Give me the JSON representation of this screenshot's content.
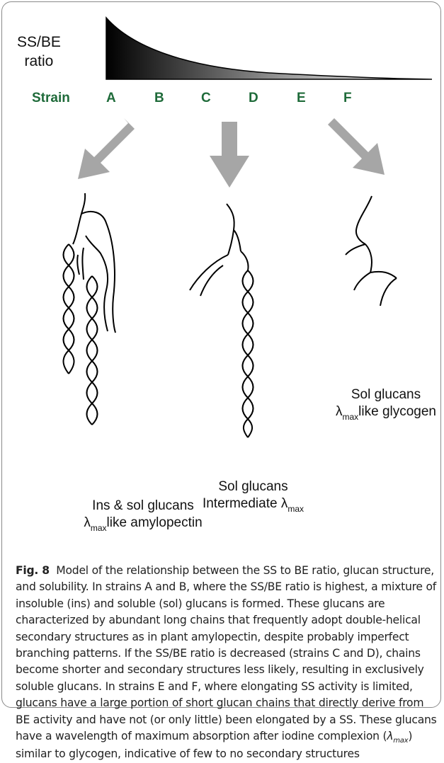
{
  "figure": {
    "ratio_label_line1": "SS/BE",
    "ratio_label_line2": "ratio",
    "strain_label": "Strain",
    "strains": [
      "A",
      "B",
      "C",
      "D",
      "E",
      "F"
    ],
    "colors": {
      "strain_text": "#1f6b3a",
      "arrow": "#a6a6a6",
      "wedge_start": "#000000",
      "wedge_end": "#ffffff"
    },
    "captions": [
      {
        "line1": "Ins & sol glucans",
        "line2_prefix": "λ",
        "line2_sub": "max",
        "line2_suffix": "like amylopectin"
      },
      {
        "line1": "Sol glucans",
        "line2_prefix": "Intermediate λ",
        "line2_sub": "max",
        "line2_suffix": ""
      },
      {
        "line1": "Sol glucans",
        "line2_prefix": "λ",
        "line2_sub": "max",
        "line2_suffix": "like glycogen"
      }
    ]
  },
  "caption": {
    "fig_label": "Fig. 8",
    "text_part1": "Model of the relationship between the SS to BE ratio, glucan structure, and solubility. In strains A and B, where the SS/BE ratio is highest, a mixture of insoluble (ins) and soluble (sol) glucans is formed. These glucans are characterized by abundant long chains that frequently adopt double-helical secondary structures as in plant amylopectin, despite probably imperfect branching patterns. If the SS/BE ratio is decreased (strains C and D), chains become shorter and secondary structures less likely, resulting in exclusively soluble glucans. In strains E and F, where elongating SS activity is limited, glucans have a large portion of short glucan chains that directly derive from BE activity and have not (or only little) been elongated by a SS. These glucans have a wavelength of maximum absorption after iodine complexion (",
    "lambda": "λ",
    "lambda_sub": "max",
    "text_part2": ") similar to glycogen, indicative of few to no secondary structures"
  }
}
